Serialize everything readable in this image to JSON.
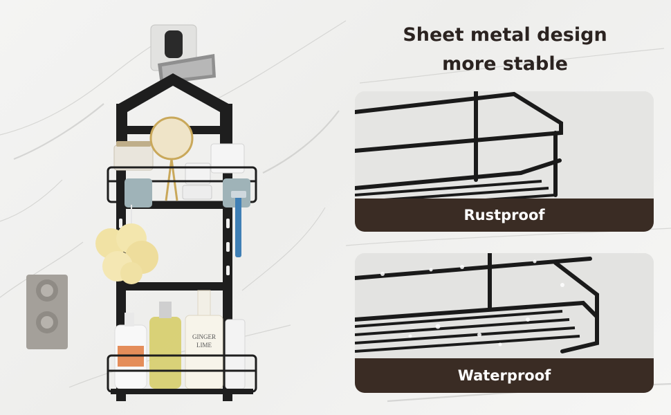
{
  "headline": {
    "line1": "Sheet metal design",
    "line2": "more stable"
  },
  "cards": [
    {
      "label": "Rustproof"
    },
    {
      "label": "Waterproof"
    }
  ],
  "bottles": {
    "ginger_line1": "GINGER",
    "ginger_line2": "LIME"
  },
  "colors": {
    "banner": "#3a2c24",
    "rack": "#1e1e1e",
    "headline": "#2b2320",
    "hook": "#9fb3b8"
  }
}
